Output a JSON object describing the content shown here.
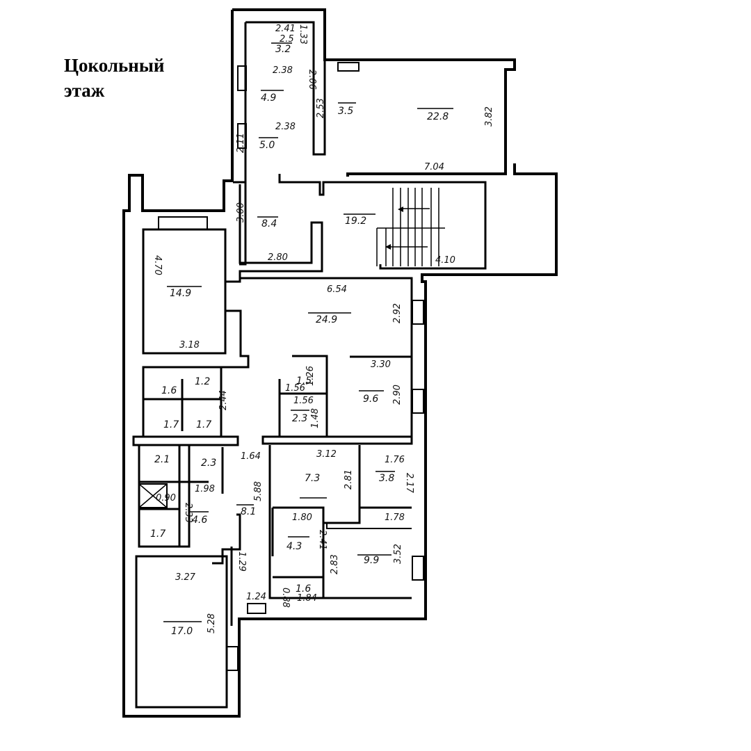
{
  "title": {
    "line1": "Цокольный",
    "line2": "этаж"
  },
  "rooms": [
    {
      "id": "r1",
      "area": "3.2",
      "dims": [
        "2.41",
        "2.5",
        "1.33"
      ]
    },
    {
      "id": "r2",
      "area": "4.9",
      "dims": [
        "2.38",
        "2.06"
      ]
    },
    {
      "id": "r3",
      "area": "5.0",
      "dims": [
        "2.38",
        "2.11"
      ]
    },
    {
      "id": "r4",
      "area": "3.5",
      "dims": [
        "2.53"
      ]
    },
    {
      "id": "r5",
      "area": "22.8",
      "dims": [
        "7.04",
        "3.82"
      ]
    },
    {
      "id": "r6",
      "area": "8.4",
      "dims": [
        "3.00",
        "2.80"
      ]
    },
    {
      "id": "r7",
      "area": "19.2",
      "dims": [
        "4.10"
      ]
    },
    {
      "id": "r8",
      "area": "14.9",
      "dims": [
        "4.70",
        "3.18"
      ]
    },
    {
      "id": "r9",
      "area": "24.9",
      "dims": [
        "6.54",
        "2.92"
      ]
    },
    {
      "id": "r10",
      "area": "9.6",
      "dims": [
        "3.30",
        "2.90"
      ]
    },
    {
      "id": "r11",
      "area": "1.5",
      "dims": [
        "1.56",
        "1.26"
      ]
    },
    {
      "id": "r12",
      "area": "2.3",
      "dims": [
        "1.56",
        "1.48"
      ]
    },
    {
      "id": "r13",
      "area": "1.6",
      "dims": []
    },
    {
      "id": "r14",
      "area": "1.2",
      "dims": [
        "2.44"
      ]
    },
    {
      "id": "r15",
      "area": "1.7",
      "dims": []
    },
    {
      "id": "r16",
      "area": "1.7",
      "dims": []
    },
    {
      "id": "r17",
      "area": "2.1",
      "dims": []
    },
    {
      "id": "r18",
      "area": "2.3",
      "dims": [
        "1.98"
      ]
    },
    {
      "id": "r19",
      "area": "1.7",
      "dims": [
        "0.90"
      ]
    },
    {
      "id": "r20",
      "area": "4.6",
      "dims": [
        "2.33"
      ]
    },
    {
      "id": "r21",
      "area": "8.1",
      "dims": [
        "5.88",
        "1.64"
      ]
    },
    {
      "id": "r22",
      "area": "7.3",
      "dims": [
        "3.12",
        "2.81"
      ]
    },
    {
      "id": "r23",
      "area": "3.8",
      "dims": [
        "1.76",
        "2.17",
        "1.78"
      ]
    },
    {
      "id": "r24",
      "area": "4.3",
      "dims": [
        "1.80",
        "2.41"
      ]
    },
    {
      "id": "r25",
      "area": "9.9",
      "dims": [
        "2.83",
        "3.52"
      ]
    },
    {
      "id": "r26",
      "area": "1.6",
      "dims": [
        "1.84",
        "0.88",
        "1.24"
      ]
    },
    {
      "id": "r27",
      "area": "17.0",
      "dims": [
        "3.27",
        "5.28",
        "1.29"
      ]
    }
  ],
  "labels": {
    "a_3_2": "3.2",
    "d_2_41": "2.41",
    "d_2_5": "2.5",
    "d_1_33": "1.33",
    "a_4_9": "4.9",
    "d_2_38a": "2.38",
    "d_2_06": "2.06",
    "a_5_0": "5.0",
    "d_2_38b": "2.38",
    "d_2_11": "2.11",
    "a_3_5": "3.5",
    "d_2_53": "2.53",
    "a_22_8": "22.8",
    "d_7_04": "7.04",
    "d_3_82": "3.82",
    "a_8_4": "8.4",
    "d_3_00": "3.00",
    "d_2_80": "2.80",
    "a_19_2": "19.2",
    "d_4_10": "4.10",
    "a_14_9": "14.9",
    "d_4_70": "4.70",
    "d_3_18": "3.18",
    "a_24_9": "24.9",
    "d_6_54": "6.54",
    "d_2_92": "2.92",
    "a_9_6": "9.6",
    "d_3_30": "3.30",
    "d_2_90": "2.90",
    "a_1_5": "1.5",
    "d_1_56a": "1.56",
    "d_1_26": "1.26",
    "a_2_3b": "2.3",
    "d_1_56b": "1.56",
    "d_1_48": "1.48",
    "a_1_6a": "1.6",
    "a_1_2": "1.2",
    "d_2_44": "2.44",
    "a_1_7a": "1.7",
    "a_1_7b": "1.7",
    "a_2_1": "2.1",
    "a_2_3a": "2.3",
    "d_1_98": "1.98",
    "a_1_7c": "1.7",
    "d_0_90": "0.90",
    "a_4_6": "4.6",
    "d_2_33": "2.33",
    "a_8_1": "8.1",
    "d_5_88": "5.88",
    "d_1_64": "1.64",
    "a_7_3": "7.3",
    "d_3_12": "3.12",
    "d_2_81": "2.81",
    "a_3_8": "3.8",
    "d_1_76": "1.76",
    "d_2_17": "2.17",
    "d_1_78": "1.78",
    "a_4_3": "4.3",
    "d_1_80": "1.80",
    "d_2_41b": "2.41",
    "a_9_9": "9.9",
    "d_2_83": "2.83",
    "d_3_52": "3.52",
    "a_1_6b": "1.6",
    "d_1_84": "1.84",
    "d_0_88": "0.88",
    "d_1_24": "1.24",
    "a_17_0": "17.0",
    "d_3_27": "3.27",
    "d_5_28": "5.28",
    "d_1_29": "1.29"
  }
}
